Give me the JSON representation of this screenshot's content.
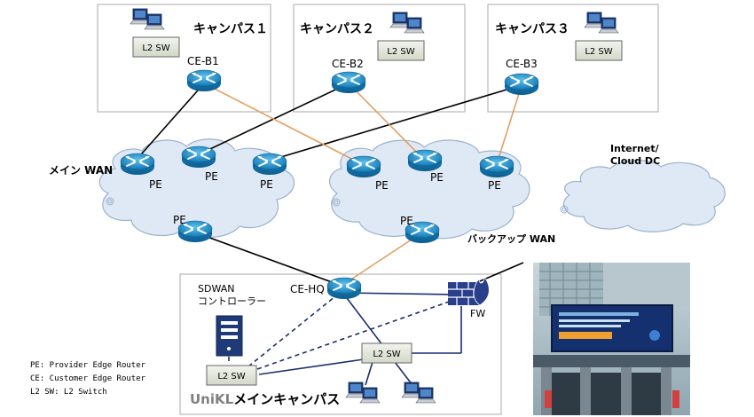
{
  "campuses": [
    {
      "name": "キャンパス１",
      "router": "CE-B1",
      "switch": "L2 SW"
    },
    {
      "name": "キャンパス２",
      "router": "CE-B2",
      "switch": "L2 SW"
    },
    {
      "name": "キャンパス３",
      "router": "CE-B3",
      "switch": "L2 SW"
    }
  ],
  "main_wan": {
    "label": "メイン WAN",
    "pe_labels": [
      "PE",
      "PE",
      "PE",
      "PE"
    ]
  },
  "backup_wan": {
    "label": "バックアップ WAN",
    "pe_labels": [
      "PE",
      "PE",
      "PE",
      "PE"
    ]
  },
  "internet": {
    "label_line1": "Internet/",
    "label_line2": "Cloud DC"
  },
  "hq": {
    "router": "CE-HQ",
    "controller_line1": "SDWAN",
    "controller_line2": "コントローラー",
    "firewall": "FW",
    "switch_left": "L2 SW",
    "switch_center": "L2 SW",
    "campus_prefix": "UniKL",
    "campus_suffix": "メインキャンパス"
  },
  "legend": [
    "PE: Provider Edge Router",
    "CE: Customer Edge Router",
    "L2 SW: L2 Switch"
  ],
  "colors": {
    "router": "#1d8fc7",
    "primary_link": "#000000",
    "backup_link": "#e0a060",
    "sdwan_link": "#1a2e6e",
    "firewall": "#2a3f8c"
  }
}
